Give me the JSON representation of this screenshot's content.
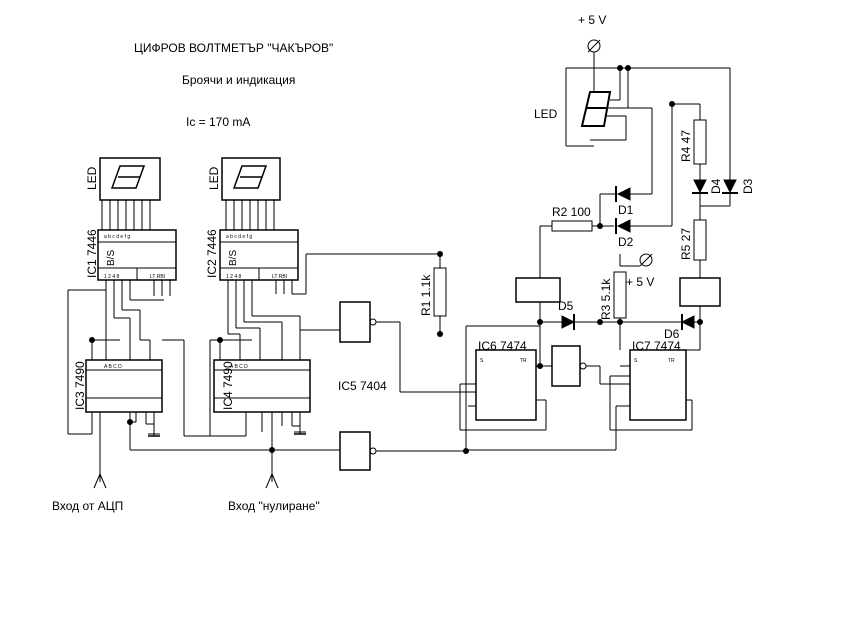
{
  "header": {
    "title": "ЦИФРОВ  ВОЛТМЕТЪР  \"ЧАКЪРОВ\"",
    "subtitle": "Броячи и индикация",
    "current": "Ic = 170 mA"
  },
  "power": {
    "top": "+ 5 V",
    "mid": "+ 5 V"
  },
  "led_labels": {
    "led1": "LED",
    "led2": "LED",
    "led3": "LED"
  },
  "ics": {
    "ic1": "IC1 7446",
    "ic2": "IC2 7446",
    "ic3": "IC3 7490",
    "ic4": "IC4 7490",
    "ic5": "IC5 7404",
    "ic6": "IC6 7474",
    "ic7": "IC7 7474",
    "bs": "B/S"
  },
  "components": {
    "r1": "R1 1.1k",
    "r2": "R2 100",
    "r3": "R3 5.1k",
    "r4": "R4 47",
    "r5": "R5 27",
    "d1": "D1",
    "d2": "D2",
    "d3": "D3",
    "d4": "D4",
    "d5": "D5",
    "d6": "D6"
  },
  "inputs": {
    "adc": "Вход от АЦП",
    "reset": "Вход \"нулиране\""
  }
}
